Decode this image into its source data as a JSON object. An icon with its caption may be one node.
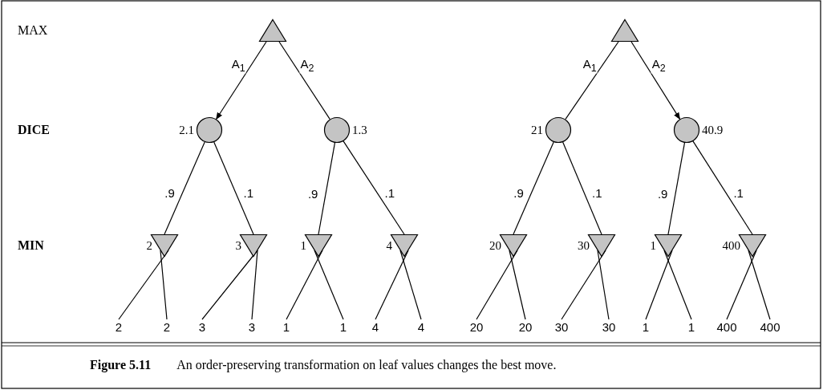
{
  "diagram": {
    "caption": "**Figure 5.11**  An order-preserving transformation on leaf values changes the best move.",
    "nodes": [
      {
        "text": [],
        "shape": "triangle"
      },
      {
        "text": [],
        "shape": "circle",
        "beside": [
          "2.1"
        ]
      },
      {
        "text": [],
        "shape": "circle",
        "beside": [
          "1.3"
        ]
      },
      {
        "text": [],
        "shape": "triangle",
        "beside": [
          "2"
        ]
      },
      {
        "text": [],
        "shape": "triangle",
        "beside": [
          "3"
        ]
      },
      {
        "text": [],
        "shape": "triangle",
        "beside": [
          "1"
        ]
      },
      {
        "text": [],
        "shape": "triangle",
        "beside": [
          "4"
        ]
      },
      {
        "text": [
          "2"
        ]
      },
      {
        "text": [
          "2"
        ]
      },
      {
        "text": [
          "3"
        ]
      },
      {
        "text": [
          "3"
        ]
      },
      {
        "text": [
          "1"
        ]
      },
      {
        "text": [
          "1"
        ]
      },
      {
        "text": [
          "4"
        ]
      },
      {
        "text": [
          "4"
        ]
      },
      {
        "text": [],
        "shape": "triangle"
      },
      {
        "text": [],
        "shape": "circle",
        "beside": [
          "21"
        ]
      },
      {
        "text": [],
        "shape": "circle",
        "beside": [
          "40.9"
        ]
      },
      {
        "text": [],
        "shape": "triangle",
        "beside": [
          "20"
        ]
      },
      {
        "text": [],
        "shape": "triangle",
        "beside": [
          "30"
        ]
      },
      {
        "text": [],
        "shape": "triangle",
        "beside": [
          "1"
        ]
      },
      {
        "text": [],
        "shape": "triangle",
        "beside": [
          "400"
        ]
      },
      {
        "text": [
          "20"
        ]
      },
      {
        "text": [
          "20"
        ]
      },
      {
        "text": [
          "30"
        ]
      },
      {
        "text": [
          "30"
        ]
      },
      {
        "text": [
          "1"
        ]
      },
      {
        "text": [
          "1"
        ]
      },
      {
        "text": [
          "400"
        ]
      },
      {
        "text": [
          "400"
        ]
      }
    ],
    "edges": [
      {
        "from": 0,
        "to": 1,
        "arrow": "to",
        "label": "A$_{1}$"
      },
      {
        "from": 0,
        "to": 2,
        "arrow": "none",
        "label": "A$_{2}$"
      },
      {
        "from": 1,
        "to": 3,
        "arrow": "none",
        "label": ".9"
      },
      {
        "from": 1,
        "to": 4,
        "arrow": "none",
        "label": ".1"
      },
      {
        "from": 2,
        "to": 5,
        "arrow": "none",
        "label": ".9"
      },
      {
        "from": 2,
        "to": 6,
        "arrow": "none",
        "label": ".1"
      },
      {
        "from": 3,
        "to": 7,
        "arrow": "none"
      },
      {
        "from": 3,
        "to": 8,
        "arrow": "none"
      },
      {
        "from": 4,
        "to": 9,
        "arrow": "none"
      },
      {
        "from": 4,
        "to": 10,
        "arrow": "none"
      },
      {
        "from": 5,
        "to": 11,
        "arrow": "none"
      },
      {
        "from": 5,
        "to": 12,
        "arrow": "none"
      },
      {
        "from": 6,
        "to": 13,
        "arrow": "none"
      },
      {
        "from": 6,
        "to": 14,
        "arrow": "none"
      },
      {
        "from": 15,
        "to": 16,
        "arrow": "none",
        "label": "A$_{1}$"
      },
      {
        "from": 15,
        "to": 17,
        "arrow": "to",
        "label": "A$_{2}$"
      },
      {
        "from": 16,
        "to": 18,
        "arrow": "none",
        "label": ".9"
      },
      {
        "from": 16,
        "to": 19,
        "arrow": "none",
        "label": ".1"
      },
      {
        "from": 17,
        "to": 20,
        "arrow": "none",
        "label": ".9"
      },
      {
        "from": 17,
        "to": 21,
        "arrow": "none",
        "label": ".1"
      },
      {
        "from": 18,
        "to": 22,
        "arrow": "none"
      },
      {
        "from": 18,
        "to": 23,
        "arrow": "none"
      },
      {
        "from": 19,
        "to": 24,
        "arrow": "none"
      },
      {
        "from": 19,
        "to": 25,
        "arrow": "none"
      },
      {
        "from": 20,
        "to": 26,
        "arrow": "none"
      },
      {
        "from": 20,
        "to": 27,
        "arrow": "none"
      },
      {
        "from": 21,
        "to": 28,
        "arrow": "none"
      },
      {
        "from": 21,
        "to": 29,
        "arrow": "none"
      }
    ],
    "labels": [
      "MAX",
      "DICE",
      "MIN"
    ]
  }
}
